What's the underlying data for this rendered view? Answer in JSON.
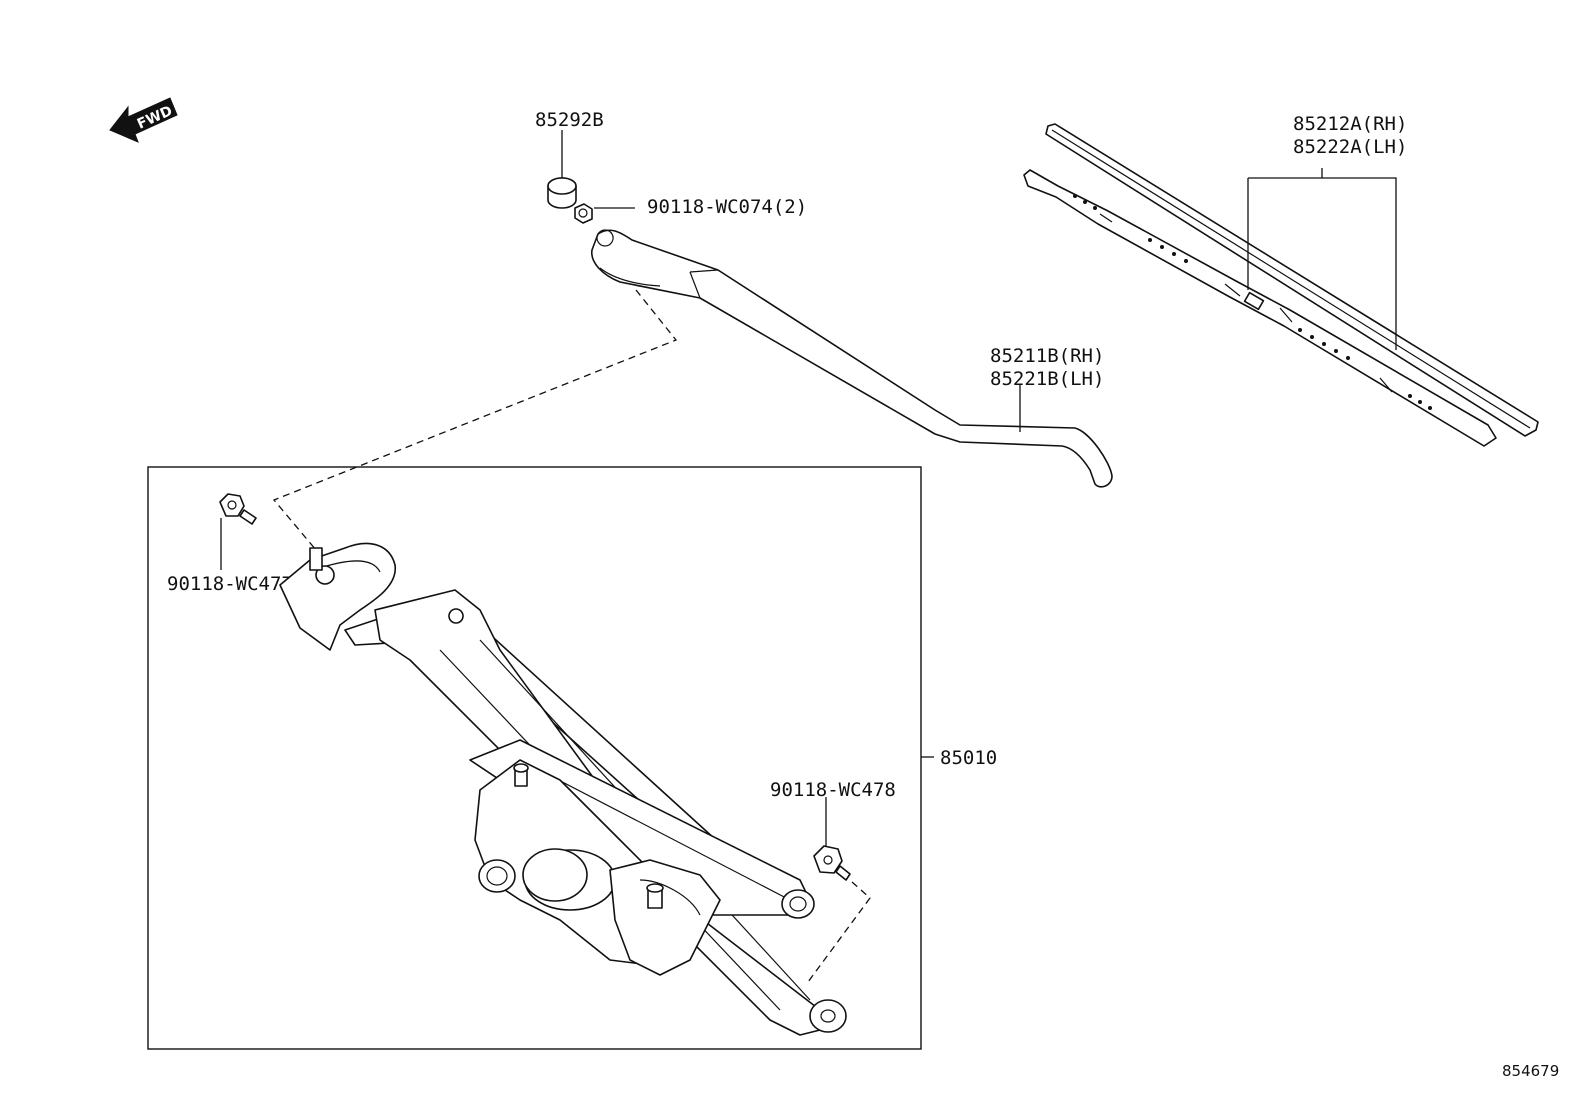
{
  "fwd_arrow": {
    "text": "FWD",
    "icon": "fwd-arrow-icon"
  },
  "labels": {
    "motor_cover": "85292B",
    "arm_nut": "90118-WC074(2)",
    "blade_rh": "85212A(RH)",
    "blade_lh": "85222A(LH)",
    "arm_rh": "85211B(RH)",
    "arm_lh": "85221B(LH)",
    "bolt_left": "90118-WC477",
    "bolt_right": "90118-WC478",
    "linkage_assembly": "85010"
  },
  "diagram_number": "854679"
}
